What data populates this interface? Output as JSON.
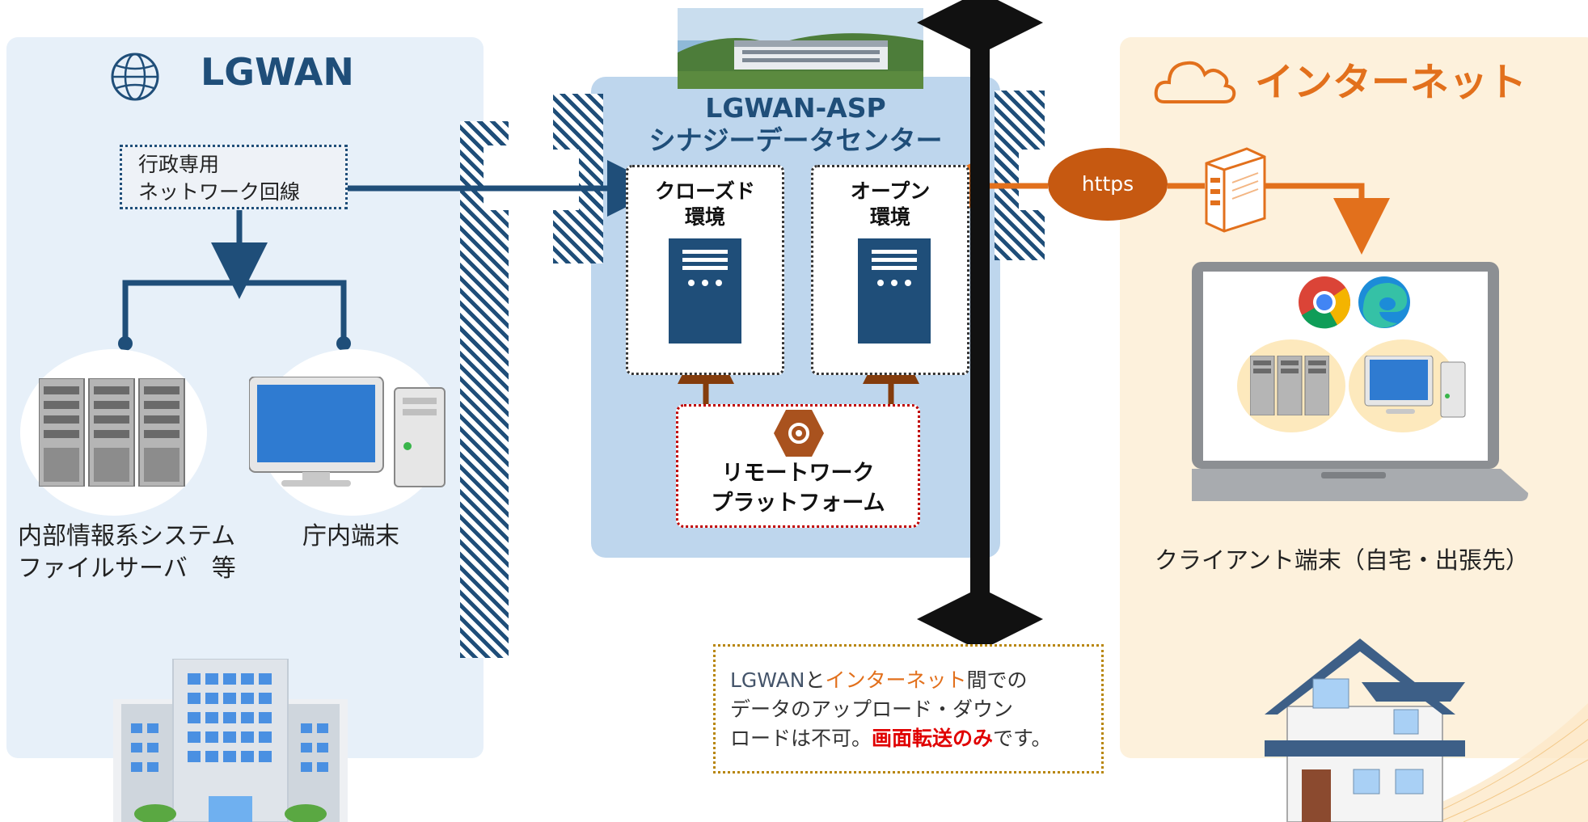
{
  "lgwan": {
    "title": "LGWAN"
  },
  "internet": {
    "title": "インターネット"
  },
  "asp": {
    "title_line1": "LGWAN-ASP",
    "title_line2": "シナジーデータセンター"
  },
  "gov_line": {
    "line1": "行政専用",
    "line2": "ネットワーク回線"
  },
  "closed_env": {
    "line1": "クローズド",
    "line2": "環境"
  },
  "open_env": {
    "line1": "オープン",
    "line2": "環境"
  },
  "remote_work": {
    "line1": "リモートワーク",
    "line2": "プラットフォーム"
  },
  "internal": {
    "line1": "内部情報系システム",
    "line2": "ファイルサーバ　等"
  },
  "office_terminal": {
    "label": "庁内端末"
  },
  "client": {
    "label": "クライアント端末（自宅・出張先）"
  },
  "https": {
    "label": "https"
  },
  "note": {
    "p1_lgwan": "LGWAN",
    "p1_to": "と",
    "p1_internet": "インターネット",
    "p1_end": "間での",
    "line2": "データのアップロード・ダウン",
    "line3_start": "ロードは不可。",
    "line3_emph": "画面転送のみ",
    "line3_end": "です。"
  },
  "colors": {
    "navy": "#1f4e79",
    "orange": "#e2701c",
    "brown": "#843c0c",
    "red": "#e00000"
  },
  "icons": [
    "globe-icon",
    "cloud-icon",
    "server-rack-icon",
    "desktop-pc-icon",
    "laptop-icon",
    "chrome-icon",
    "edge-icon",
    "house-icon",
    "building-icon",
    "data-center-photo",
    "proxy-server-icon",
    "gear-hex-icon"
  ]
}
